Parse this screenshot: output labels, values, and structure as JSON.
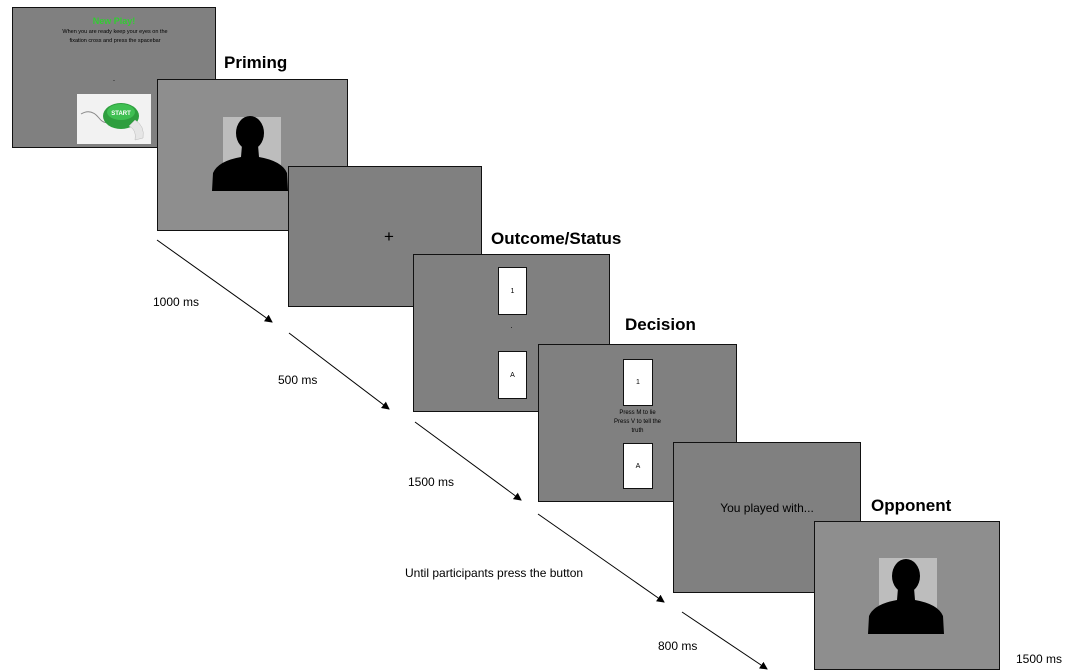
{
  "screens": {
    "new_play": {
      "title": "New Play!",
      "instructions": "When you are ready keep your eyes on the fixation cross and press the spacebar",
      "dot": ".",
      "button_text": "START",
      "title_color": "#33cc33",
      "button_color": "#2e9e3e"
    },
    "priming": {
      "label": "Priming"
    },
    "fixation": {
      "cross": "+"
    },
    "outcome": {
      "label": "Outcome/Status",
      "top_card": "1",
      "dot": ".",
      "bottom_card": "A"
    },
    "decision": {
      "label": "Decision",
      "top_card": "1",
      "line1": "Press M to lie",
      "line2": "Press V to tell the",
      "line3": "truth",
      "bottom_card": "A"
    },
    "played_with": {
      "text": "You played with..."
    },
    "opponent": {
      "label": "Opponent"
    }
  },
  "timings": {
    "t1": "1000  ms",
    "t2": "500 ms",
    "t3": "1500  ms",
    "t4": "Until participants press the button",
    "t5": "800  ms",
    "t6": "1500  ms"
  },
  "icons": [
    "start-button-icon",
    "person-silhouette-icon",
    "arrow-icon"
  ]
}
